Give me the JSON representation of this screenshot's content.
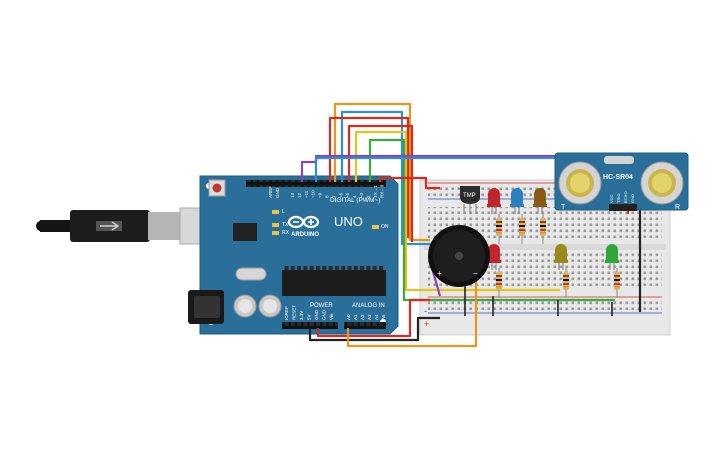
{
  "arduino": {
    "digital_header": "DIGITAL (PWM~)",
    "brand": "ARDUINO",
    "model": "UNO",
    "power_header": "POWER",
    "analog_header": "ANALOG IN",
    "tx": "TX",
    "rx": "RX",
    "l_led": "L",
    "on_led": "ON",
    "digital_pin_labels": [
      "13",
      "12",
      "~11",
      "~10",
      "~9",
      "8",
      "7",
      "~6",
      "~5",
      "4",
      "~3",
      "2",
      "TX→1",
      "RX←0"
    ],
    "power_pin_labels": [
      "IOREF",
      "RESET",
      "3.3V",
      "5V",
      "GND",
      "GND",
      "Vin"
    ],
    "analog_pin_labels": [
      "A0",
      "A1",
      "A2",
      "A3",
      "A4",
      "A5"
    ],
    "aref": "AREF",
    "gnd": "GND"
  },
  "sensor": {
    "model": "HC-SR04",
    "pin_labels": [
      "VCC",
      "TRIG",
      "ECHO",
      "GND"
    ],
    "left_mark": "T",
    "right_mark": "R"
  },
  "temp_sensor": {
    "label": "TMP"
  },
  "breadboard": {
    "rail_plus": "+",
    "rail_minus": "-"
  },
  "buzzer": {
    "plus": "+",
    "minus": "−"
  },
  "colors": {
    "board": "#2a6f99",
    "breadboard": "#e8e8e8",
    "wire_orange": "#e8961e",
    "wire_red": "#d42b22",
    "wire_blue": "#2b8fd1",
    "wire_green": "#3ea83e",
    "wire_yellow": "#e6c21a",
    "wire_purple": "#8e44ad",
    "led_red": "#c0262b",
    "led_blue": "#2e7fc0",
    "led_brown": "#8a5a17",
    "led_olive": "#9a8a1a",
    "led_green": "#2fa53a"
  }
}
